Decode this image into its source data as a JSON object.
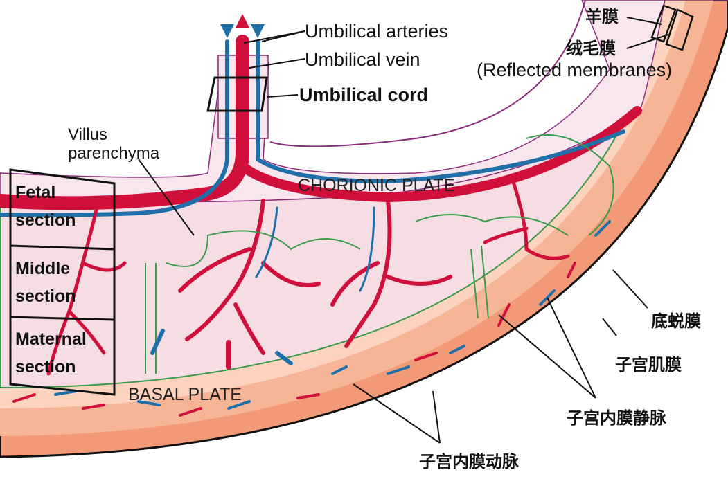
{
  "labels": {
    "umbilical_arteries": "Umbilical arteries",
    "umbilical_vein": "Umbilical vein",
    "umbilical_cord": "Umbilical cord",
    "amnion": "羊膜",
    "chorion": "绒毛膜",
    "reflected_membranes": "(Reflected membranes)",
    "villus_parenchyma": [
      "Villus",
      "parenchyma"
    ],
    "chorionic_plate": "CHORIONIC PLATE",
    "basal_plate": "BASAL PLATE",
    "fetal_section": [
      "Fetal",
      "section"
    ],
    "middle_section": [
      "Middle",
      "section"
    ],
    "maternal_section": [
      "Maternal",
      "section"
    ],
    "decidua_basalis": "底蜕膜",
    "myometrium": "子宫肌膜",
    "endometrial_veins": "子宫内膜静脉",
    "endometrial_arteries": "子宫内膜动脉"
  },
  "colors": {
    "artery_red": "#d0103a",
    "vein_blue": "#1f6fa8",
    "villus_green": "#3a9a4a",
    "myometrium": "#f29a78",
    "decidua": "#fbd3be",
    "intervillous": "#f5dde3",
    "amnion_line": "#8a2a7a"
  }
}
